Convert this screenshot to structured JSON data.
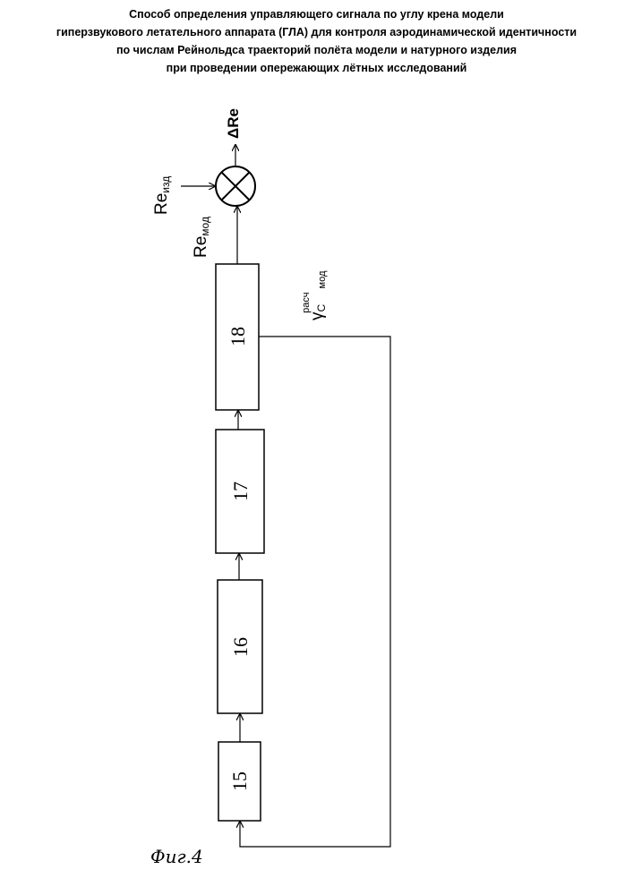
{
  "header": {
    "line1": "Способ определения управляющего сигнала по углу  крена модели",
    "line2": "гиперзвукового летательного аппарата (ГЛА) для контроля  аэродинамической идентичности",
    "line3": "по числам Рейнольдса траекторий полёта модели и натурного изделия",
    "line4": "при  проведении опережающих лётных исследований"
  },
  "diagram": {
    "blocks": [
      {
        "id": "18",
        "label": "18"
      },
      {
        "id": "17",
        "label": "17"
      },
      {
        "id": "16",
        "label": "16"
      },
      {
        "id": "15",
        "label": "15"
      }
    ],
    "output_label": "ΔRe",
    "input_product_label": "Re",
    "input_product_sub": "изд",
    "model_label": "Re",
    "model_sub": "мод",
    "feedback_label": "γ",
    "feedback_sub": "C",
    "feedback_sup": "расч",
    "feedback_sub2": "мод"
  },
  "figure_caption": "Фиг.4"
}
